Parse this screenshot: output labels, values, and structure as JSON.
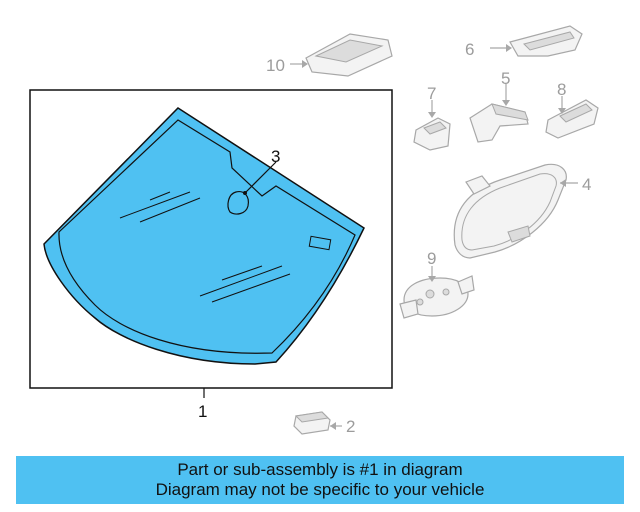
{
  "callouts": {
    "windshield": "1",
    "bracket": "2",
    "sensor": "3",
    "mirror": "4",
    "cover": "5",
    "trim": "6",
    "clip": "7",
    "retainer": "8",
    "base": "9",
    "module": "10"
  },
  "banner": {
    "line1": "Part or sub-assembly is #1 in diagram",
    "line2": "Diagram may not be specific to your vehicle"
  },
  "colors": {
    "highlight": "#4fc1f2",
    "banner": "#4fc1f2",
    "outline": "#111111",
    "muted": "#a8a8a8"
  }
}
